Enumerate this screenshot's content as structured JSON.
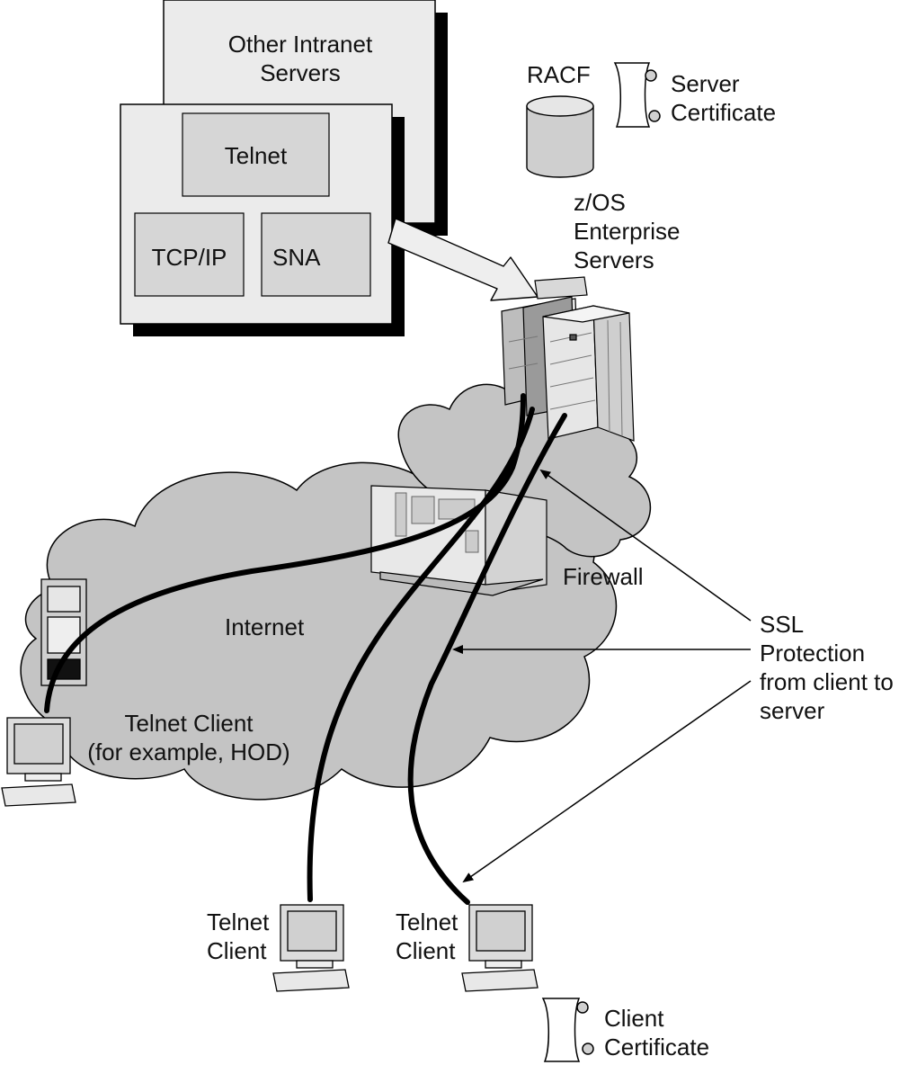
{
  "servers": {
    "other_intranet_line1": "Other Intranet",
    "other_intranet_line2": "Servers",
    "telnet": "Telnet",
    "tcpip": "TCP/IP",
    "sna": "SNA"
  },
  "racf": "RACF",
  "server_certificate": {
    "line1": "Server",
    "line2": "Certificate"
  },
  "enterprise": {
    "line1": "z/OS",
    "line2": "Enterprise",
    "line3": "Servers"
  },
  "firewall": "Firewall",
  "internet": "Internet",
  "ssl": {
    "line1": "SSL",
    "line2": "Protection",
    "line3": "from client to",
    "line4": "server"
  },
  "telnet_client_hod": {
    "line1": "Telnet Client",
    "line2": "(for example, HOD)"
  },
  "telnet_client_a": {
    "line1": "Telnet",
    "line2": "Client"
  },
  "telnet_client_b": {
    "line1": "Telnet",
    "line2": "Client"
  },
  "client_certificate": {
    "line1": "Client",
    "line2": "Certificate"
  },
  "colors": {
    "cloud": "#c4c4c4",
    "panel": "#ebebeb",
    "box": "#d6d6d6",
    "shadow": "#000000",
    "line": "#000000"
  }
}
